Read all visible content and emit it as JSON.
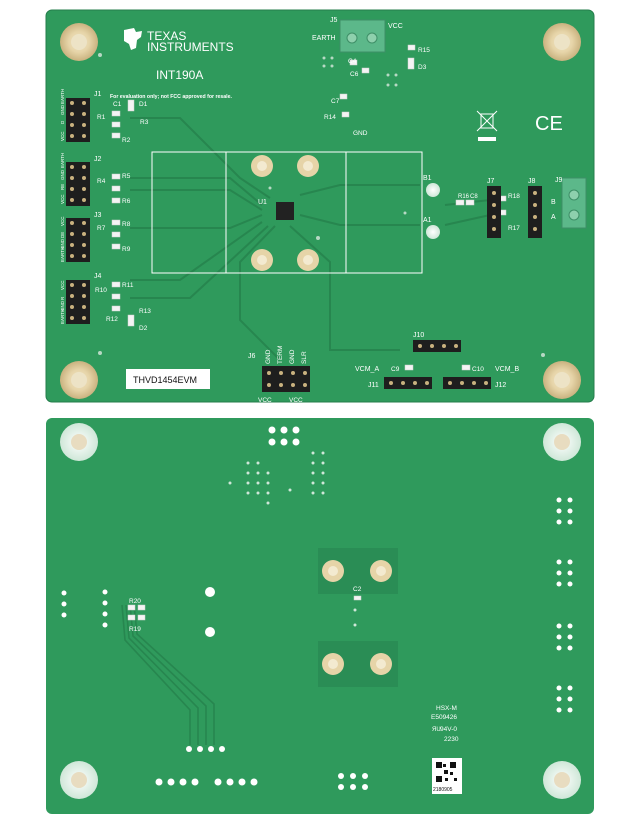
{
  "top_board": {
    "brand_line1": "TEXAS",
    "brand_line2": "INSTRUMENTS",
    "board_id": "INT190A",
    "fcc_note": "For evaluation only; not FCC approved for resale.",
    "ce_mark": "CE",
    "evm_label": "THVD1454EVM",
    "chip_label": "U1",
    "connectors": {
      "j1": "J1",
      "j2": "J2",
      "j3": "J3",
      "j4": "J4",
      "j5": "J5",
      "j6": "J6",
      "j7": "J7",
      "j8": "J8",
      "j9": "J9",
      "j10": "J10",
      "j11": "J11",
      "j12": "J12"
    },
    "components": {
      "r1": "R1",
      "r2": "R2",
      "r3": "R3",
      "r4": "R4",
      "r5": "R5",
      "r6": "R6",
      "r7": "R7",
      "r8": "R8",
      "r9": "R9",
      "r10": "R10",
      "r11": "R11",
      "r12": "R12",
      "r13": "R13",
      "r14": "R14",
      "r15": "R15",
      "r16": "R16",
      "r17": "R17",
      "r18": "R18",
      "c1": "C1",
      "c4": "C4",
      "c6": "C6",
      "c7": "C7",
      "c8": "C8",
      "c9": "C9",
      "c10": "C10",
      "d1": "D1",
      "d2": "D2",
      "d3": "D3"
    },
    "j1_pins": [
      "VCC",
      "D",
      "GND",
      "EARTH"
    ],
    "j2_pins": [
      "EARTH",
      "GND",
      "RE",
      "VCC"
    ],
    "j3_pins": [
      "VCC",
      "DE",
      "GND",
      "EARTH"
    ],
    "j4_pins": [
      "VCC",
      "R",
      "GND",
      "EARTH"
    ],
    "j5_labels": [
      "EARTH",
      "VCC"
    ],
    "gnd_label": "GND",
    "b1_label": "B1",
    "a1_label": "A1",
    "j9_pins": [
      "B",
      "A"
    ],
    "j6_pins": [
      "GND",
      "TERM",
      "GND",
      "SLR"
    ],
    "vcc_label": "VCC",
    "vcm_a": "VCM_A",
    "vcm_b": "VCM_B"
  },
  "bottom_board": {
    "r19": "R19",
    "r20": "R20",
    "c2": "C2",
    "fab_line1": "HSX-M",
    "fab_line2": "E509426",
    "fab_line3": "94V-0",
    "fab_line4": "2230",
    "qr_id": "2180905"
  },
  "colors": {
    "pcb_green": "#2f9a5c",
    "pcb_dark": "#268651",
    "silkscreen": "#ffffff",
    "terminal_green": "#5cb88a",
    "pad_gold": "#d8c7a0"
  }
}
